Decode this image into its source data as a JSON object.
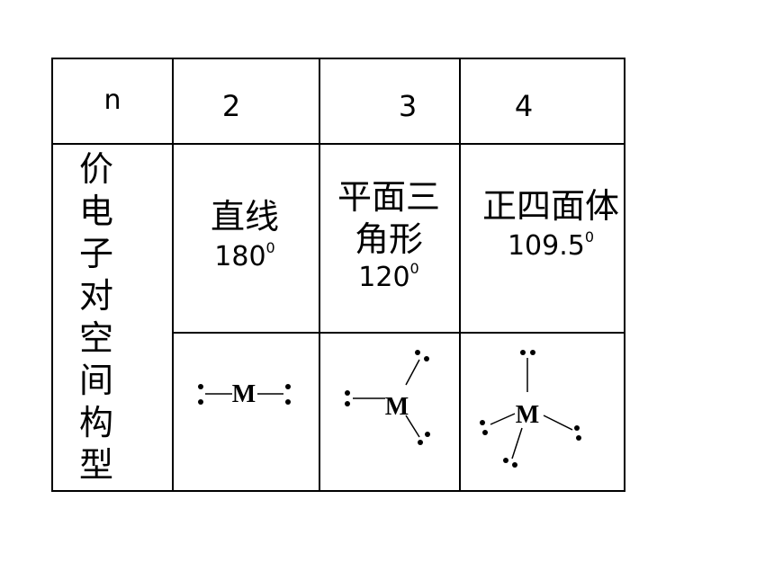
{
  "table": {
    "header_n": "n",
    "columns": [
      "2",
      "3",
      "4"
    ],
    "row_label": "价电子对空间构型",
    "geometries": [
      {
        "name": "直线",
        "angle_value": "180",
        "angle_sup": "0"
      },
      {
        "name_line1": "平面三",
        "name_line2": "角形",
        "angle_value": "120",
        "angle_sup": "0"
      },
      {
        "name": "正四面体",
        "angle_value": "109.5",
        "angle_sup": "0"
      }
    ],
    "atom_label": "M"
  }
}
